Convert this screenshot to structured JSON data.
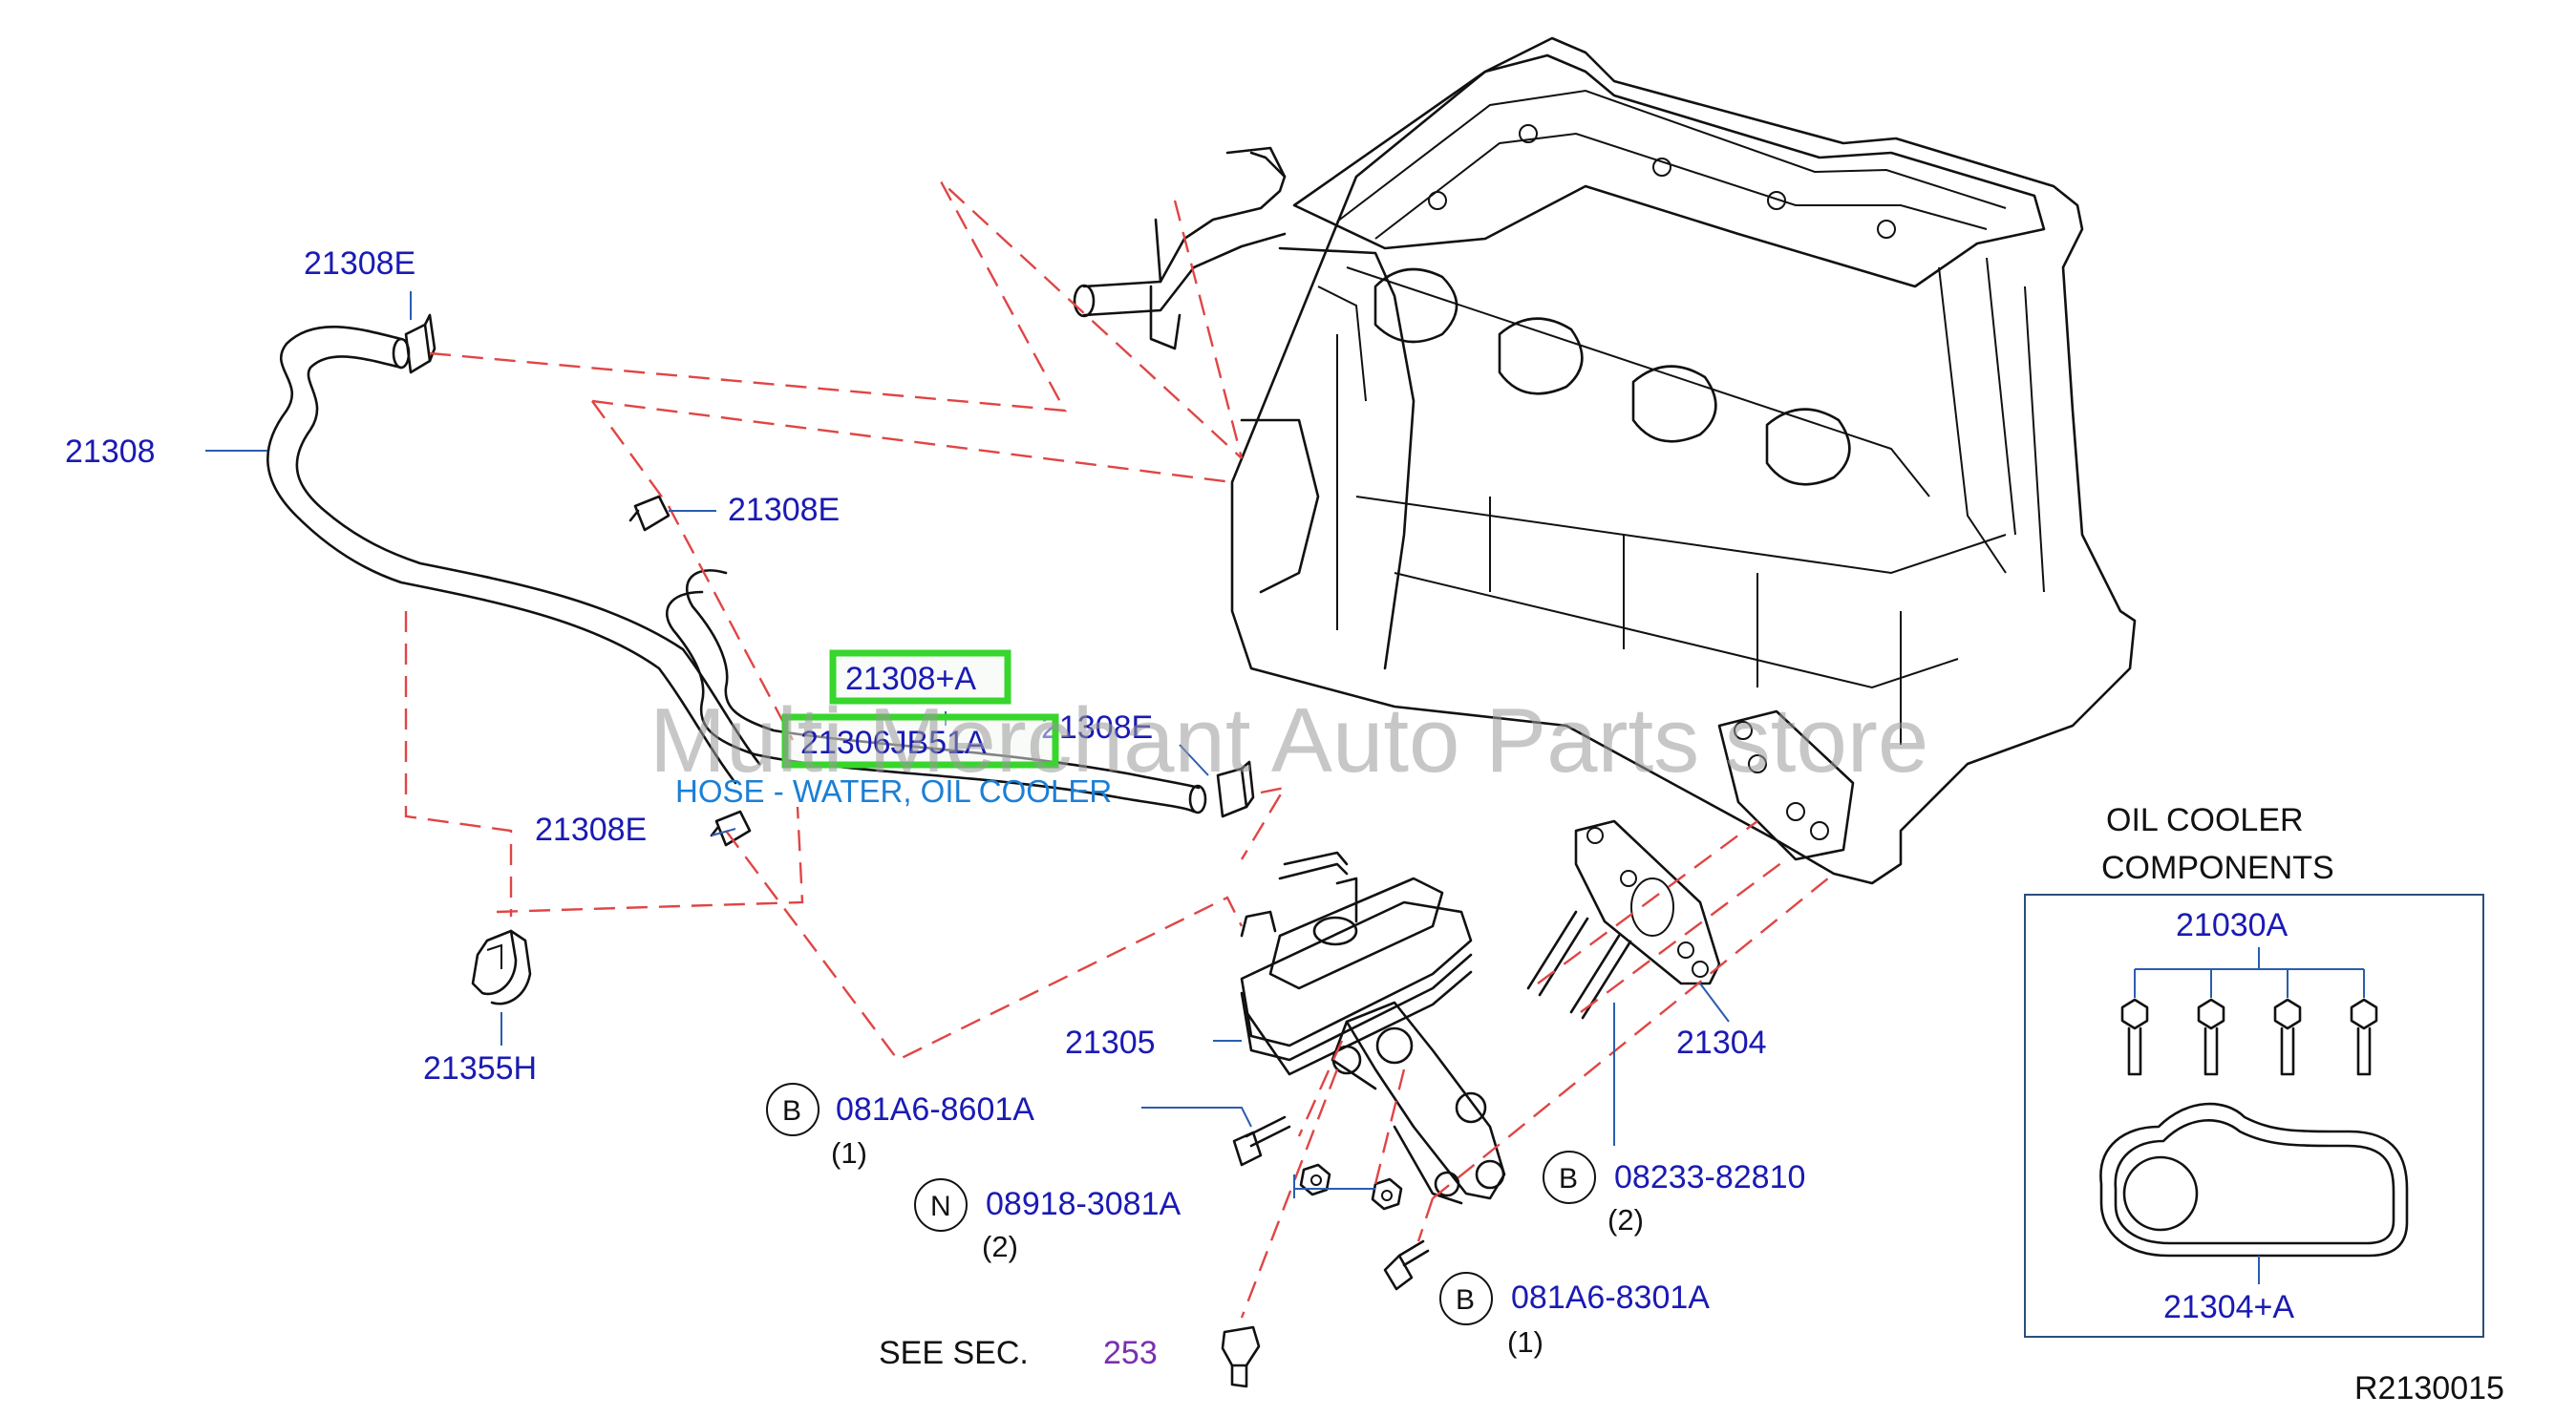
{
  "watermark": "Multi Merchant Auto Parts store",
  "diagram_code": "R2130015",
  "callouts": {
    "hose_main": "21308",
    "clamp_top": "21308E",
    "clamp_mid": "21308E",
    "clamp_right": "21308E",
    "clamp_lower": "21308E",
    "bracket": "21355H",
    "cooler": "21305",
    "gasket": "21304"
  },
  "highlights": {
    "part_a": "21308+A",
    "part_b": "21306JB51A",
    "description": "HOSE - WATER, OIL COOLER"
  },
  "fasteners": [
    {
      "circle": "B",
      "part": "081A6-8601A",
      "qty": "(1)"
    },
    {
      "circle": "N",
      "part": "08918-3081A",
      "qty": "(2)"
    },
    {
      "circle": "B",
      "part": "08233-82810",
      "qty": "(2)"
    },
    {
      "circle": "B",
      "part": "081A6-8301A",
      "qty": "(1)"
    }
  ],
  "see_section": {
    "label": "SEE   SEC.",
    "number": "253"
  },
  "components_box": {
    "title_line1": "OIL   COOLER",
    "title_line2": "COMPONENTS",
    "bolts_part": "21030A",
    "gasket_part": "21304+A"
  },
  "colors": {
    "label": "#1a1ab4",
    "highlight": "#37d62c",
    "description": "#1b7fd6",
    "dashed_leader": "#e04545",
    "section_link": "#7a2fb0"
  }
}
